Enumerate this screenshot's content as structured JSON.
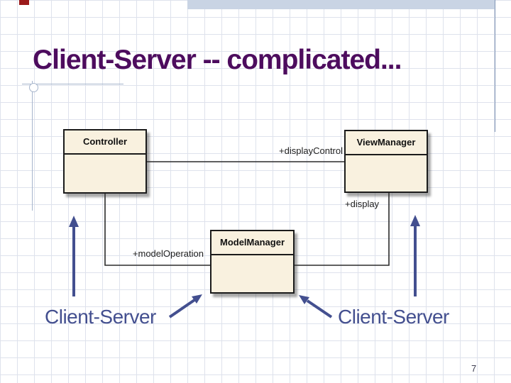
{
  "slide": {
    "title": "Client-Server -- complicated...",
    "page_number": "7"
  },
  "diagram": {
    "classes": [
      {
        "name": "Controller"
      },
      {
        "name": "ViewManager"
      },
      {
        "name": "ModelManager"
      }
    ],
    "edge_labels": [
      {
        "text": "+displayControl"
      },
      {
        "text": "+display"
      },
      {
        "text": "+modelOperation"
      }
    ],
    "annotations": [
      {
        "text": "Client-Server"
      },
      {
        "text": "Client-Server"
      }
    ]
  },
  "colors": {
    "title": "#4D0C5E",
    "accent-blue": "#434F8F",
    "box-fill": "#F9F1DF",
    "box-border": "#1B1B1B",
    "connector": "#2B2B2B",
    "ornament": "#A6B5CC",
    "top-bar": "#C9D4E4",
    "right-line": "#7E93B4",
    "grid": "#DEE2EC",
    "page-number": "#3C3C50",
    "red-mark": "#9B1A1A",
    "label": "#1E1E1E"
  }
}
